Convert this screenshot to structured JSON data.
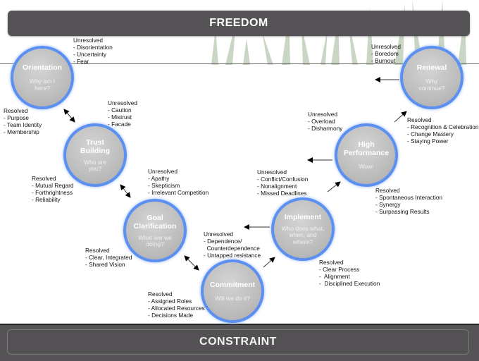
{
  "top_banner": {
    "label": "FREEDOM"
  },
  "bottom_banner": {
    "label": "CONSTRAINT"
  },
  "stages": [
    {
      "title": "Orientation",
      "question": "Why am  I here?"
    },
    {
      "title": "Trust Building",
      "question": "Who are you?"
    },
    {
      "title": "Goal Clarification",
      "question": "What are we doing?"
    },
    {
      "title": "Commitment",
      "question": "Will we do it?"
    },
    {
      "title": "Implement",
      "question": "Who does what, when, and where?"
    },
    {
      "title": "High Performance",
      "question": "Wow!"
    },
    {
      "title": "Renewal",
      "question": "Why continue?"
    }
  ],
  "notes": {
    "orientation_unresolved": {
      "heading": "Unresolved",
      "items": [
        "- Disorientation",
        "- Uncertainty",
        "- Fear"
      ]
    },
    "orientation_resolved": {
      "heading": "Resolved",
      "items": [
        "- Purpose",
        "- Team Identity",
        "- Membership"
      ]
    },
    "trust_unresolved": {
      "heading": "Unresolved",
      "items": [
        "- Caution",
        "- Mistrust",
        "- Facade"
      ]
    },
    "trust_resolved": {
      "heading": "Resolved",
      "items": [
        "- Mutual Regard",
        "- Forthrightness",
        "- Reliability"
      ]
    },
    "goal_unresolved": {
      "heading": "Unresolved",
      "items": [
        "- Apathy",
        "- Skepticism",
        "- Irrelevant Competition"
      ]
    },
    "goal_resolved": {
      "heading": "Resolved",
      "items": [
        "- Clear, Integrated",
        "- Shared Vision"
      ]
    },
    "commitment_unresolved": {
      "heading": "Unresolved",
      "items": [
        "- Dependence/",
        "  Counterdependence",
        "- Untapped resistance"
      ]
    },
    "commitment_resolved": {
      "heading": "Resolved",
      "items": [
        "- Assigned Roles",
        "- Allocated Resources",
        "- Decisions Made"
      ]
    },
    "implement_unresolved": {
      "heading": "Unresolved",
      "items": [
        "- Conflict/Confusion",
        "- Nonalignment",
        "- Missed Deadlines"
      ]
    },
    "implement_resolved": {
      "heading": "Resolved",
      "items": [
        "- Clear Process",
        "-  Alignment",
        "-  Disciplined Execution"
      ]
    },
    "performance_unresolved": {
      "heading": "Unresolved",
      "items": [
        "- Overload",
        "- Disharmony"
      ]
    },
    "performance_resolved": {
      "heading": "Resolved",
      "items": [
        "- Spontaneous Interaction",
        "- Synergy",
        "- Surpassing Results"
      ]
    },
    "renewal_unresolved": {
      "heading": "Unresolved",
      "items": [
        "- Boredom",
        "- Burnout"
      ]
    },
    "renewal_resolved": {
      "heading": "Resolved",
      "items": [
        "- Recognition & Celebration",
        "- Change Mastery",
        "- Staying Power"
      ]
    }
  },
  "colors": {
    "circle_ring": "#5b8ff0",
    "banner": "#555355"
  }
}
